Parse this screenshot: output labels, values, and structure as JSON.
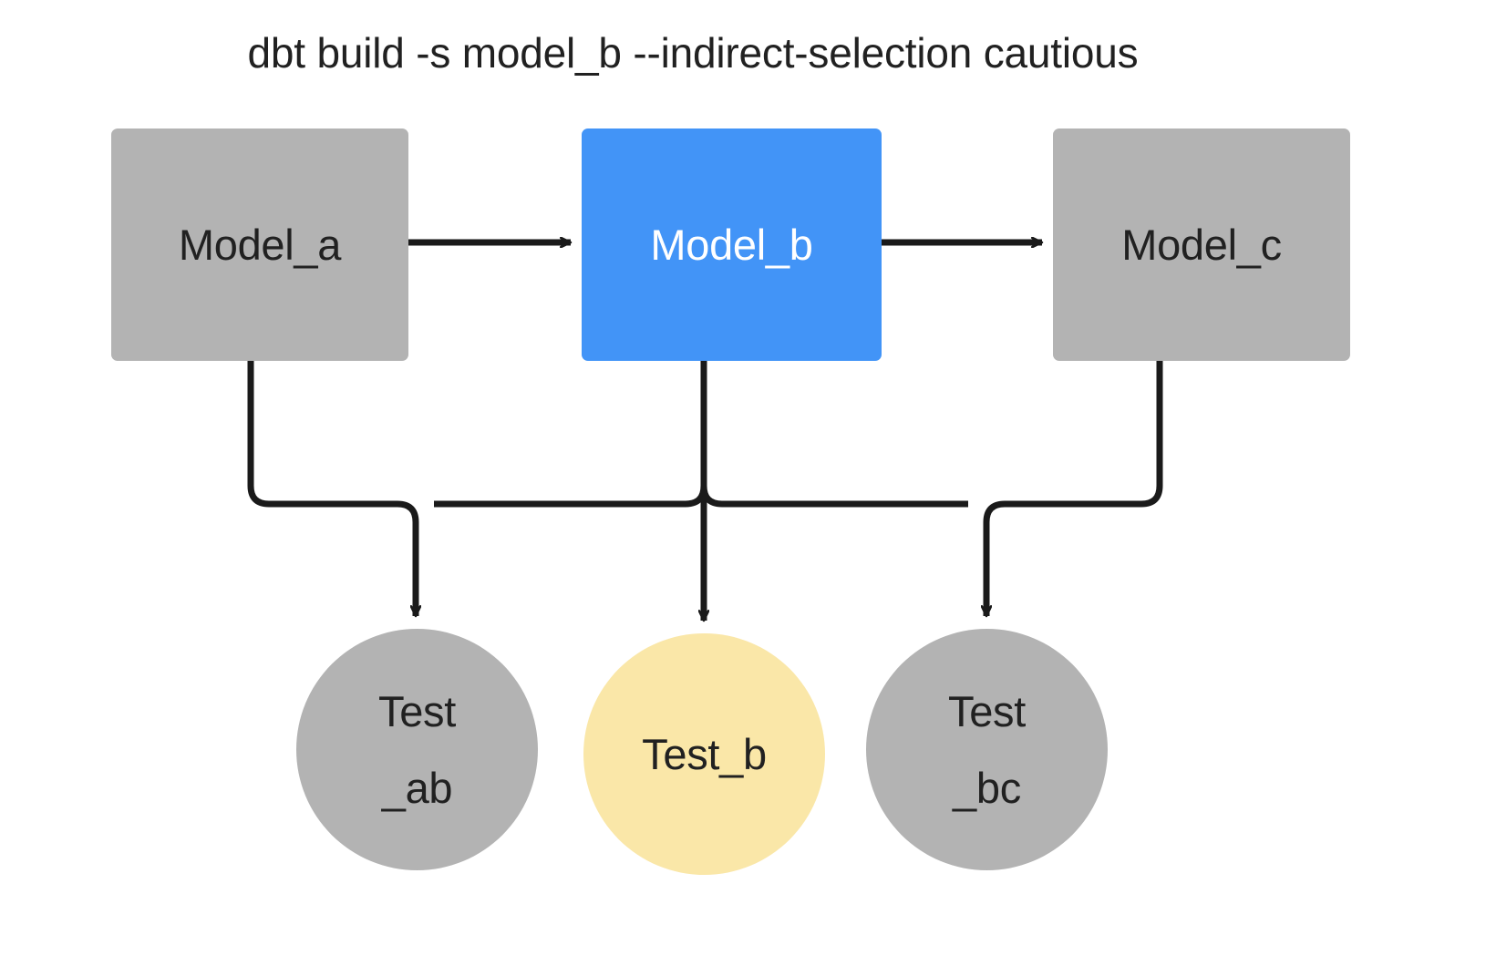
{
  "diagram": {
    "title": "dbt build -s model_b --indirect-selection cautious",
    "type": "dag",
    "background": "#ffffff",
    "colors": {
      "node_gray": "#b3b3b3",
      "node_selected_blue": "#4294f7",
      "node_indirect_yellow": "#fae7a8",
      "edge_black": "#1a1a1a",
      "text_dark": "#212121",
      "text_light": "#ffffff"
    },
    "models": [
      {
        "id": "model_a",
        "label": "Model_a",
        "fill": "#b3b3b3",
        "text_color": "#212121",
        "state": "not-selected"
      },
      {
        "id": "model_b",
        "label": "Model_b",
        "fill": "#4294f7",
        "text_color": "#ffffff",
        "state": "selected"
      },
      {
        "id": "model_c",
        "label": "Model_c",
        "fill": "#b3b3b3",
        "text_color": "#212121",
        "state": "not-selected"
      }
    ],
    "tests": [
      {
        "id": "test_ab",
        "label": "Test\n_ab",
        "fill": "#b3b3b3",
        "text_color": "#212121",
        "state": "not-selected"
      },
      {
        "id": "test_b",
        "label": "Test_b",
        "fill": "#fae7a8",
        "text_color": "#212121",
        "state": "indirectly-selected"
      },
      {
        "id": "test_bc",
        "label": "Test\n_bc",
        "fill": "#b3b3b3",
        "text_color": "#212121",
        "state": "not-selected"
      }
    ],
    "edges": [
      {
        "id": "a-to-b",
        "from": "model_a",
        "to": "model_b",
        "style": "straight-arrow"
      },
      {
        "id": "b-to-c",
        "from": "model_b",
        "to": "model_c",
        "style": "straight-arrow"
      },
      {
        "id": "a-to-test_ab",
        "from": "model_a",
        "to": "test_ab",
        "style": "elbow-arrow"
      },
      {
        "id": "b-to-test_ab",
        "from": "model_b",
        "to": "test_ab",
        "style": "elbow-arrow"
      },
      {
        "id": "b-to-test_b",
        "from": "model_b",
        "to": "test_b",
        "style": "straight-arrow"
      },
      {
        "id": "b-to-test_bc",
        "from": "model_b",
        "to": "test_bc",
        "style": "elbow-arrow"
      },
      {
        "id": "c-to-test_bc",
        "from": "model_c",
        "to": "test_bc",
        "style": "elbow-arrow"
      }
    ]
  }
}
